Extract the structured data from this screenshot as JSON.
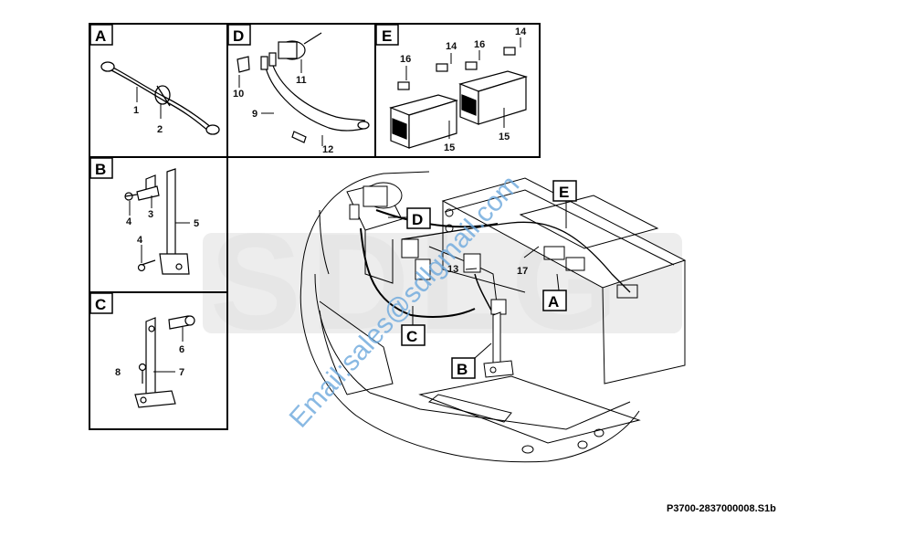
{
  "watermark": {
    "logo": "SDLG",
    "email": "Email:sales@sdlgmail.com"
  },
  "reference_code": "P3700-2837000008.S1b",
  "panels": {
    "A": {
      "letter": "A",
      "callouts": [
        "1",
        "2"
      ]
    },
    "B": {
      "letter": "B",
      "callouts": [
        "4",
        "3",
        "5",
        "4"
      ]
    },
    "C": {
      "letter": "C",
      "callouts": [
        "6",
        "8",
        "7"
      ]
    },
    "D": {
      "letter": "D",
      "callouts": [
        "10",
        "11",
        "9",
        "12"
      ]
    },
    "E": {
      "letter": "E",
      "callouts": [
        "16",
        "14",
        "16",
        "14",
        "15",
        "15"
      ]
    }
  },
  "main_view": {
    "box_labels": {
      "D": "D",
      "E": "E",
      "A": "A",
      "C": "C",
      "B": "B"
    },
    "callouts": {
      "c13": "13",
      "c17": "17"
    }
  },
  "colors": {
    "line": "#000000",
    "watermark_logo": "#e6e6e6",
    "watermark_email": "#6ba8dc"
  }
}
